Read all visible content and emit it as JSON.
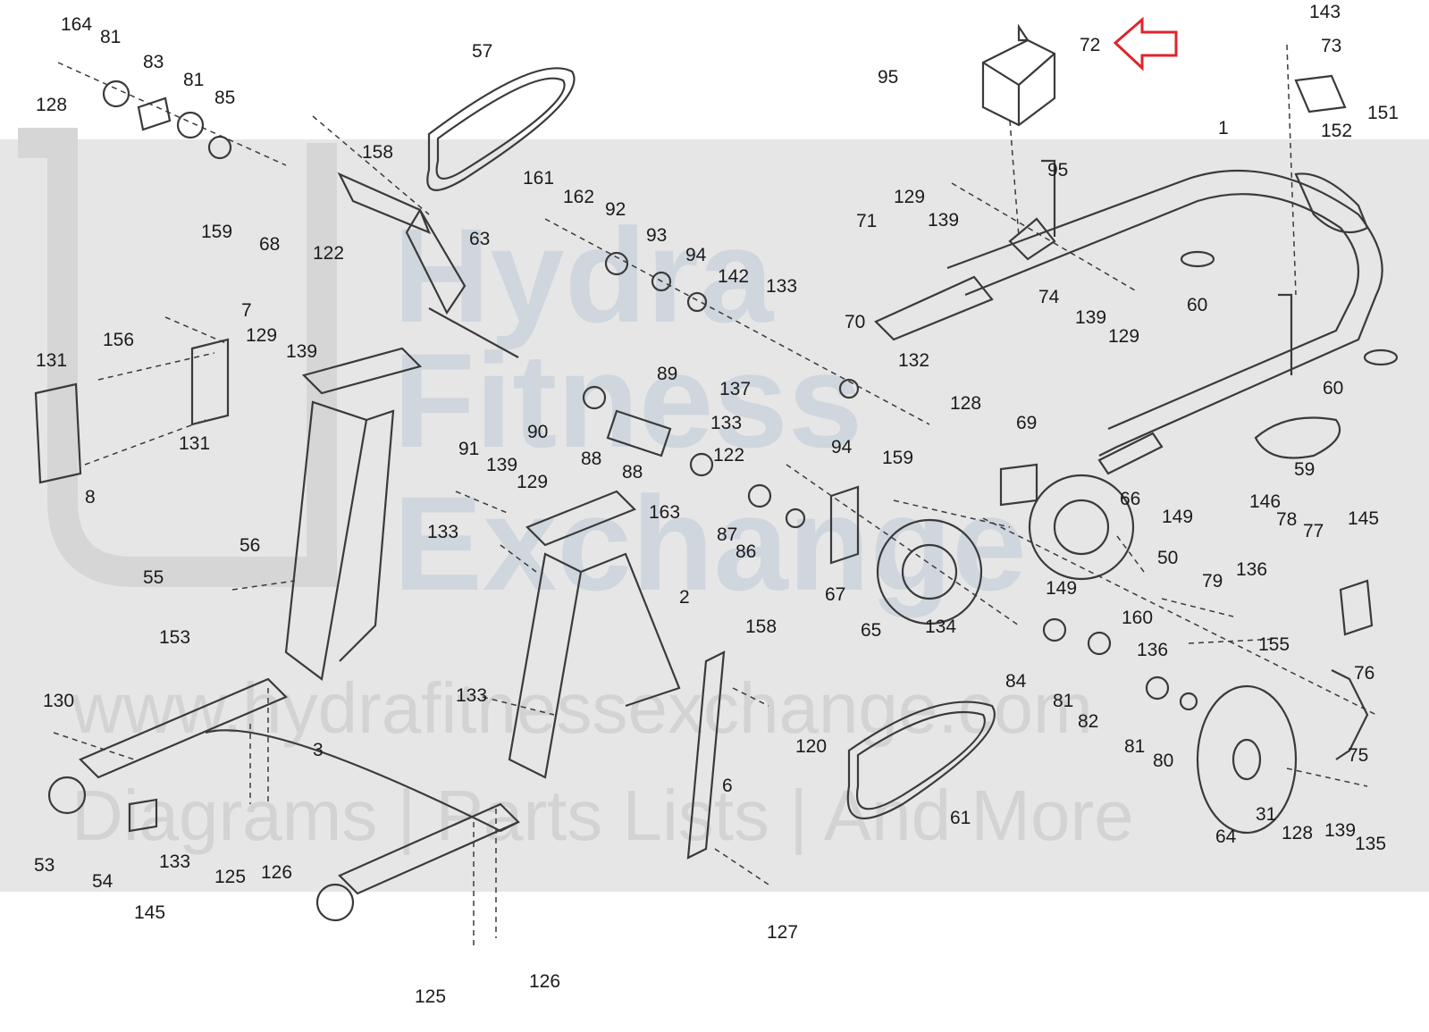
{
  "diagram": {
    "watermark": {
      "brand_line1": "Hydra",
      "brand_line2": "Fitness",
      "brand_line3": "Exchange",
      "url": "www.hydrafitnessexchange.com",
      "tagline": "Diagrams | Parts Lists | And More"
    },
    "highlighted_part": "72",
    "highlight_color": "#e0232a",
    "line_color": "#3a3a3a",
    "part_labels": [
      "164",
      "81",
      "83",
      "81",
      "85",
      "128",
      "57",
      "158",
      "159",
      "68",
      "122",
      "63",
      "95",
      "72",
      "143",
      "73",
      "95",
      "151",
      "152",
      "1",
      "129",
      "139",
      "161",
      "162",
      "92",
      "93",
      "94",
      "142",
      "133",
      "71",
      "74",
      "139",
      "129",
      "60",
      "60",
      "7",
      "156",
      "129",
      "139",
      "131",
      "131",
      "8",
      "70",
      "132",
      "137",
      "133",
      "94",
      "90",
      "89",
      "88",
      "88",
      "122",
      "128",
      "69",
      "59",
      "91",
      "139",
      "129",
      "163",
      "87",
      "86",
      "159",
      "66",
      "149",
      "149",
      "146",
      "78",
      "77",
      "145",
      "133",
      "56",
      "55",
      "153",
      "2",
      "67",
      "158",
      "65",
      "134",
      "50",
      "79",
      "136",
      "160",
      "136",
      "155",
      "76",
      "84",
      "81",
      "82",
      "81",
      "80",
      "75",
      "130",
      "133",
      "120",
      "3",
      "6",
      "61",
      "64",
      "31",
      "128",
      "139",
      "135",
      "53",
      "54",
      "133",
      "125",
      "126",
      "145",
      "127",
      "125",
      "126"
    ]
  }
}
